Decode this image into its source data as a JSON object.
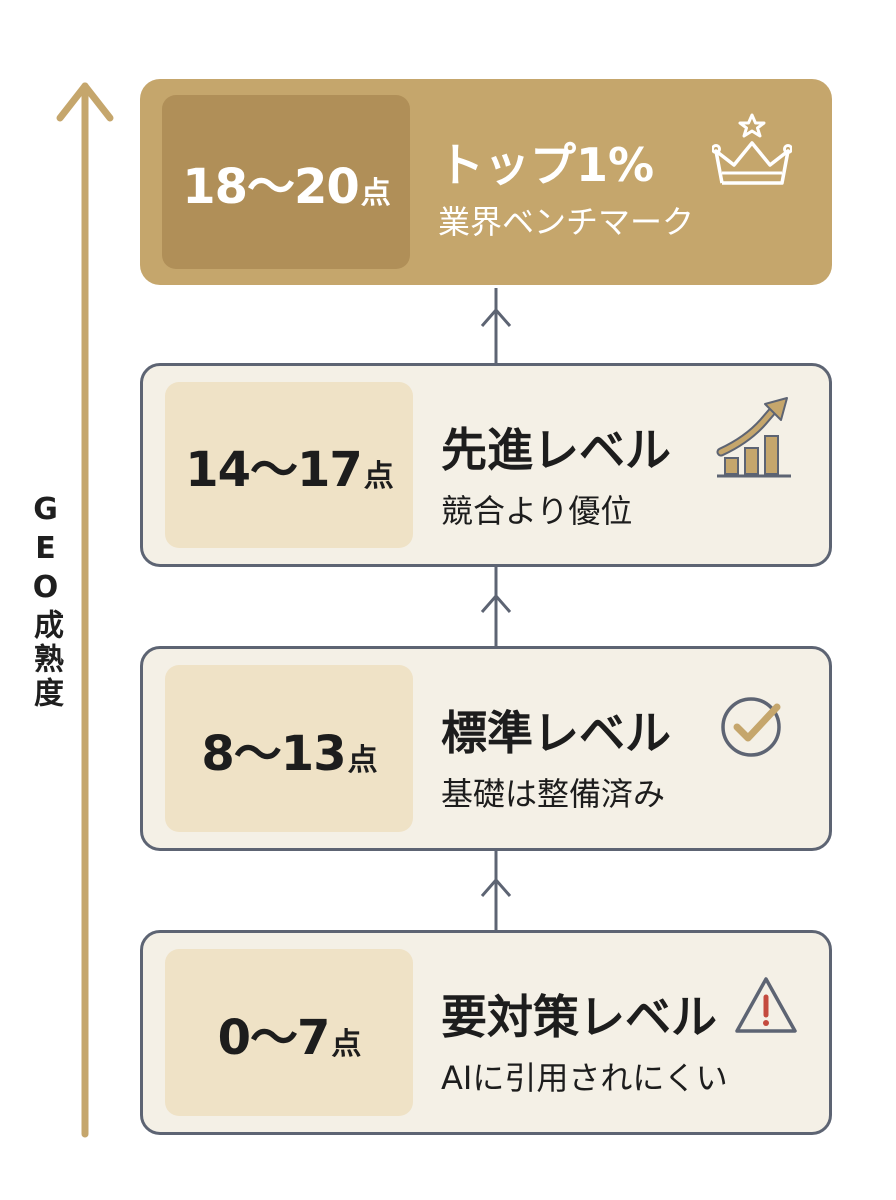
{
  "axis": {
    "label": "GEO成熟度"
  },
  "levels": [
    {
      "range": "18〜20",
      "unit": "点",
      "title": "トップ1%",
      "subtitle": "業界ベンチマーク",
      "icon": "crown-icon"
    },
    {
      "range": "14〜17",
      "unit": "点",
      "title": "先進レベル",
      "subtitle": "競合より優位",
      "icon": "growth-chart-icon"
    },
    {
      "range": "8〜13",
      "unit": "点",
      "title": "標準レベル",
      "subtitle": "基礎は整備済み",
      "icon": "check-circle-icon"
    },
    {
      "range": "0〜7",
      "unit": "点",
      "title": "要対策レベル",
      "subtitle": "AIに引用されにくい",
      "icon": "warning-icon"
    }
  ],
  "colors": {
    "gold": "#c5a66c",
    "gold_dark": "#b08f58",
    "card_bg": "#f4f0e6",
    "score_bg": "#efe2c6",
    "border": "#5d6473",
    "warning_red": "#c44a3e"
  }
}
